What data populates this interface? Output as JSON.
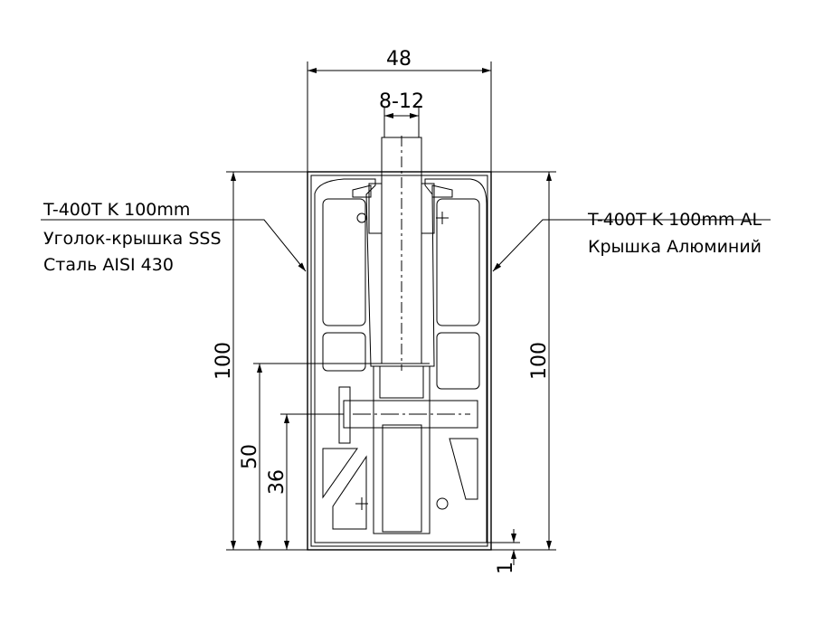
{
  "dimensions": {
    "width_total": "48",
    "glass_thickness": "8-12",
    "height_left": "100",
    "height_right": "100",
    "height_50": "50",
    "height_36": "36",
    "gap_1": "1"
  },
  "callouts": {
    "left": {
      "line1": "T-400T K 100mm",
      "line2": "Уголок-крышка SSS",
      "line3": "Сталь AISI 430"
    },
    "right": {
      "line1": "T-400T K 100mm AL",
      "line2": "Крышка Алюминий"
    }
  },
  "colors": {
    "line": "#000000",
    "background": "#ffffff"
  }
}
